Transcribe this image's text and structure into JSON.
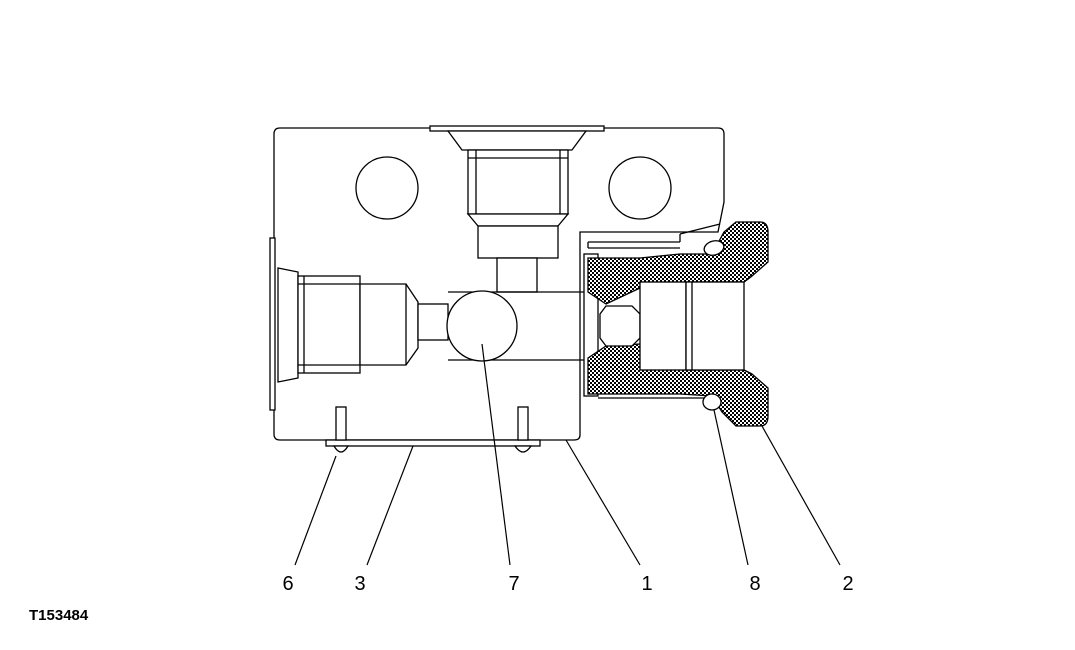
{
  "figure_id": "T153484",
  "callouts": {
    "c6": "6",
    "c3": "3",
    "c7": "7",
    "c1": "1",
    "c8": "8",
    "c2": "2"
  },
  "colors": {
    "line": "#000000",
    "background": "#ffffff",
    "section_hatch": "#000000"
  }
}
